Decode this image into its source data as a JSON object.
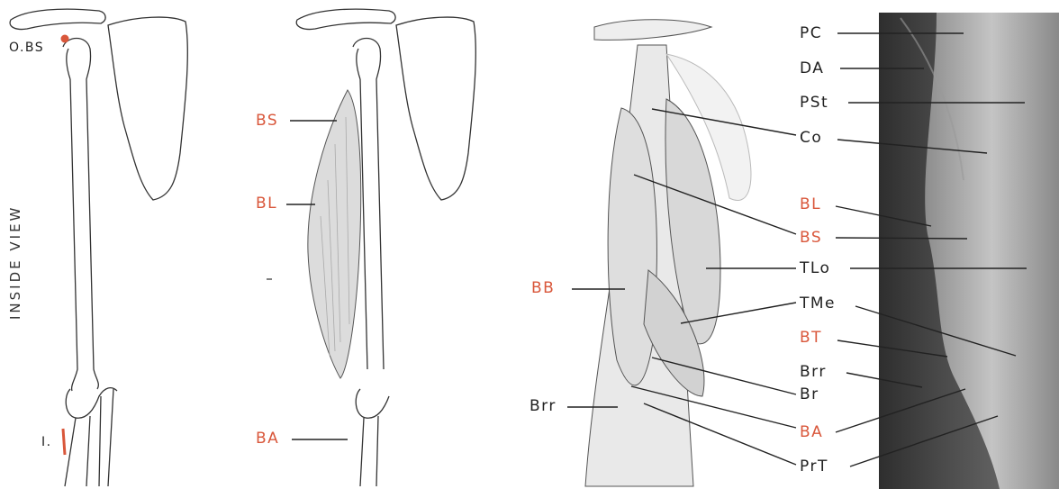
{
  "figure": {
    "side_label": "INSIDE VIEW",
    "panel1": {
      "origin_label": "O.BS",
      "insertion_label": "I."
    },
    "panel2": {
      "labels": [
        "BS",
        "BL",
        "BA"
      ]
    },
    "panel3": {
      "left_labels": [
        "BB",
        "Brr"
      ],
      "right_labels": [
        "PC",
        "DA",
        "PSt",
        "Co",
        "BL",
        "BS",
        "TLo",
        "TMe",
        "BT",
        "Brr",
        "Br",
        "BA",
        "PrT"
      ]
    },
    "colors": {
      "accent_red": "#d9573b",
      "ink": "#222222",
      "photo_dark": "#3a3a3a"
    }
  }
}
